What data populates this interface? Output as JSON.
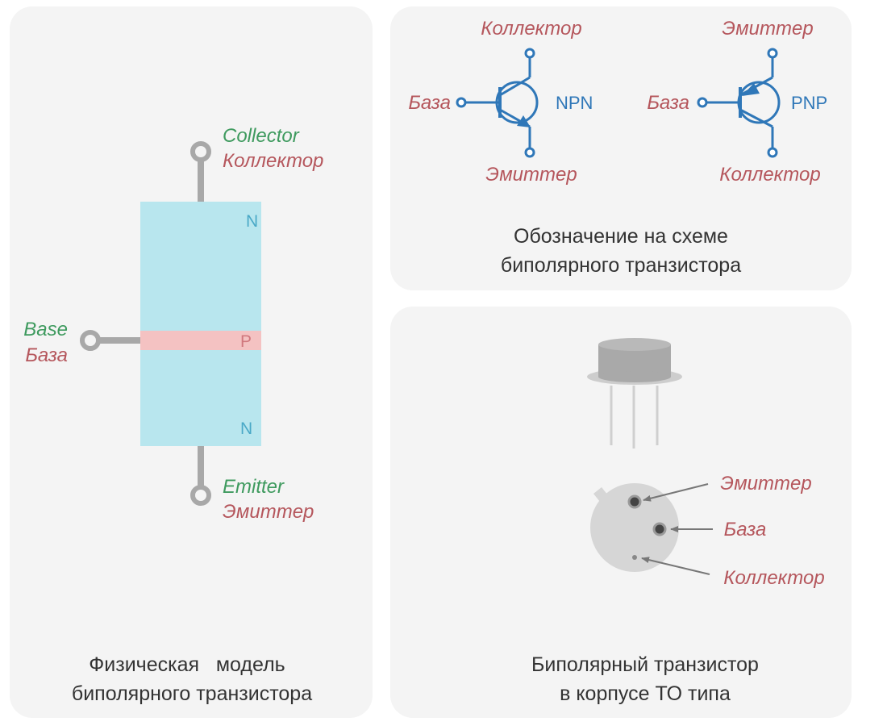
{
  "physical_model": {
    "collector_en": "Collector",
    "collector_ru": "Коллектор",
    "base_en": "Base",
    "base_ru": "База",
    "emitter_en": "Emitter",
    "emitter_ru": "Эмиттер",
    "region_top": "N",
    "region_mid": "P",
    "region_bottom": "N",
    "caption_line1": "Физическая   модель",
    "caption_line2": "биполярного транзистора"
  },
  "schematic": {
    "npn": {
      "collector": "Коллектор",
      "base": "База",
      "emitter": "Эмиттер",
      "type": "NPN"
    },
    "pnp": {
      "emitter": "Эмиттер",
      "base": "База",
      "collector": "Коллектор",
      "type": "PNP"
    },
    "caption_line1": "Обозначение на схеме",
    "caption_line2": "биполярного транзистора"
  },
  "package": {
    "emitter": "Эмиттер",
    "base": "База",
    "collector": "Коллектор",
    "caption_line1": "Биполярный транзистор",
    "caption_line2": "в корпусе ТО типа"
  },
  "colors": {
    "n_region": "#b8e6ee",
    "p_region": "#f4c2c2",
    "lead": "#a8a8a8",
    "symbol_blue": "#2f77b8",
    "label_red": "#b5565c",
    "label_green": "#3e9a5e"
  }
}
